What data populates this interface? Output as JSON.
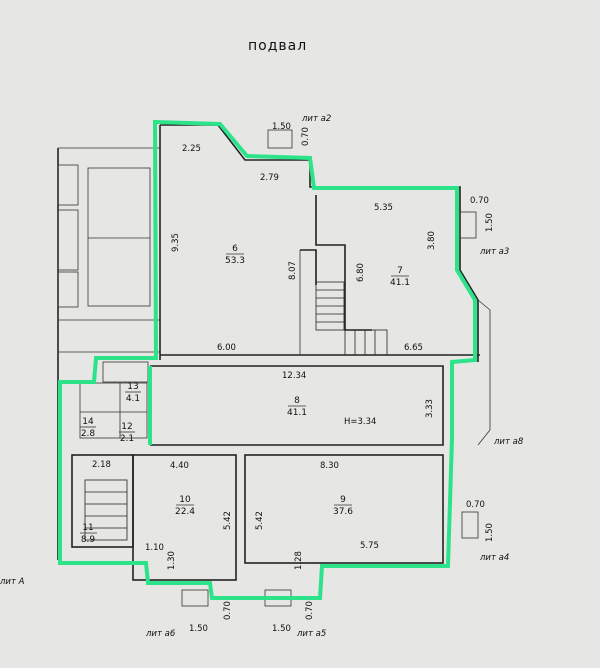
{
  "title": "подвал",
  "rooms": [
    {
      "id": "6",
      "area": "53.3"
    },
    {
      "id": "7",
      "area": "41.1"
    },
    {
      "id": "8",
      "area": "41.1"
    },
    {
      "id": "9",
      "area": "37.6"
    },
    {
      "id": "10",
      "area": "22.4"
    },
    {
      "id": "11",
      "area": "8.9"
    },
    {
      "id": "12",
      "area": "2.1"
    },
    {
      "id": "13",
      "area": "4.1"
    },
    {
      "id": "14",
      "area": "2.8"
    }
  ],
  "dimensions": [
    "1.50",
    "0.70",
    "2.25",
    "2.79",
    "5.35",
    "0.70",
    "1.50",
    "9.35",
    "3.80",
    "8.07",
    "6.80",
    "6.00",
    "6.65",
    "12.34",
    "3.33",
    "4.40",
    "8.30",
    "2.18",
    "5.42",
    "5.42",
    "0.70",
    "1.50",
    "1.10",
    "1.30",
    "1.28",
    "5.75",
    "0.70",
    "0.70",
    "1.50",
    "1.50"
  ],
  "height_note": "H=3.34",
  "lit_labels": [
    "лит а2",
    "лит а3",
    "лит а8",
    "лит а4",
    "лит а6",
    "лит а5",
    "лит А"
  ],
  "colors": {
    "highlight": "#2de38a",
    "walls": "#222222",
    "paper": "#e6e6e4"
  }
}
